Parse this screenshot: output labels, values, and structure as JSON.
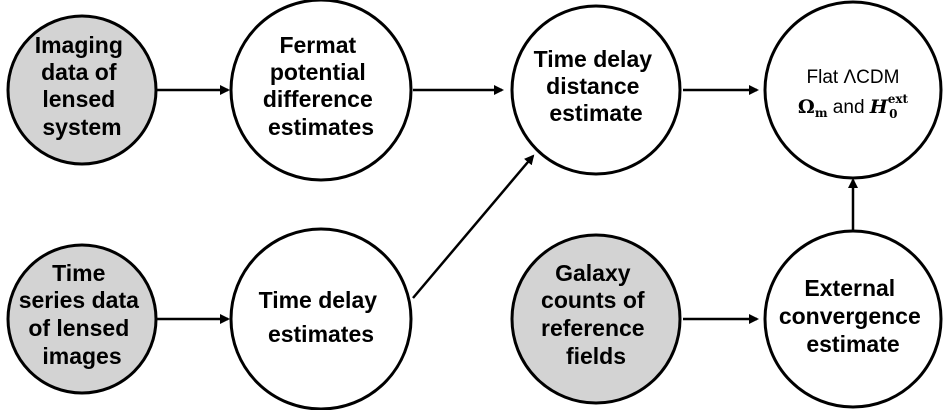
{
  "colors": {
    "input_fill": "#d3d3d3",
    "process_fill": "#ffffff",
    "stroke": "#000000"
  },
  "nodes": {
    "imaging": {
      "lines": [
        "Imaging",
        "data of",
        "lensed",
        "system"
      ]
    },
    "fermat": {
      "lines": [
        "Fermat",
        "potential",
        "difference",
        "estimates"
      ]
    },
    "distance": {
      "lines": [
        "Time delay",
        "distance",
        "estimate"
      ]
    },
    "cosmology": {
      "line1": "Flat ΛCDM",
      "omega": "Ω",
      "omega_sub": "m",
      "and_word": " and ",
      "h": "H",
      "h_sub": "0",
      "h_sup": "ext"
    },
    "timeseries": {
      "lines": [
        "Time",
        "series data",
        "of lensed",
        "images"
      ]
    },
    "delays": {
      "lines": [
        "Time delay",
        "estimates"
      ]
    },
    "galaxy": {
      "lines": [
        "Galaxy",
        "counts of",
        "reference",
        "fields"
      ]
    },
    "convergence": {
      "lines": [
        "External",
        "convergence",
        "estimate"
      ]
    }
  }
}
